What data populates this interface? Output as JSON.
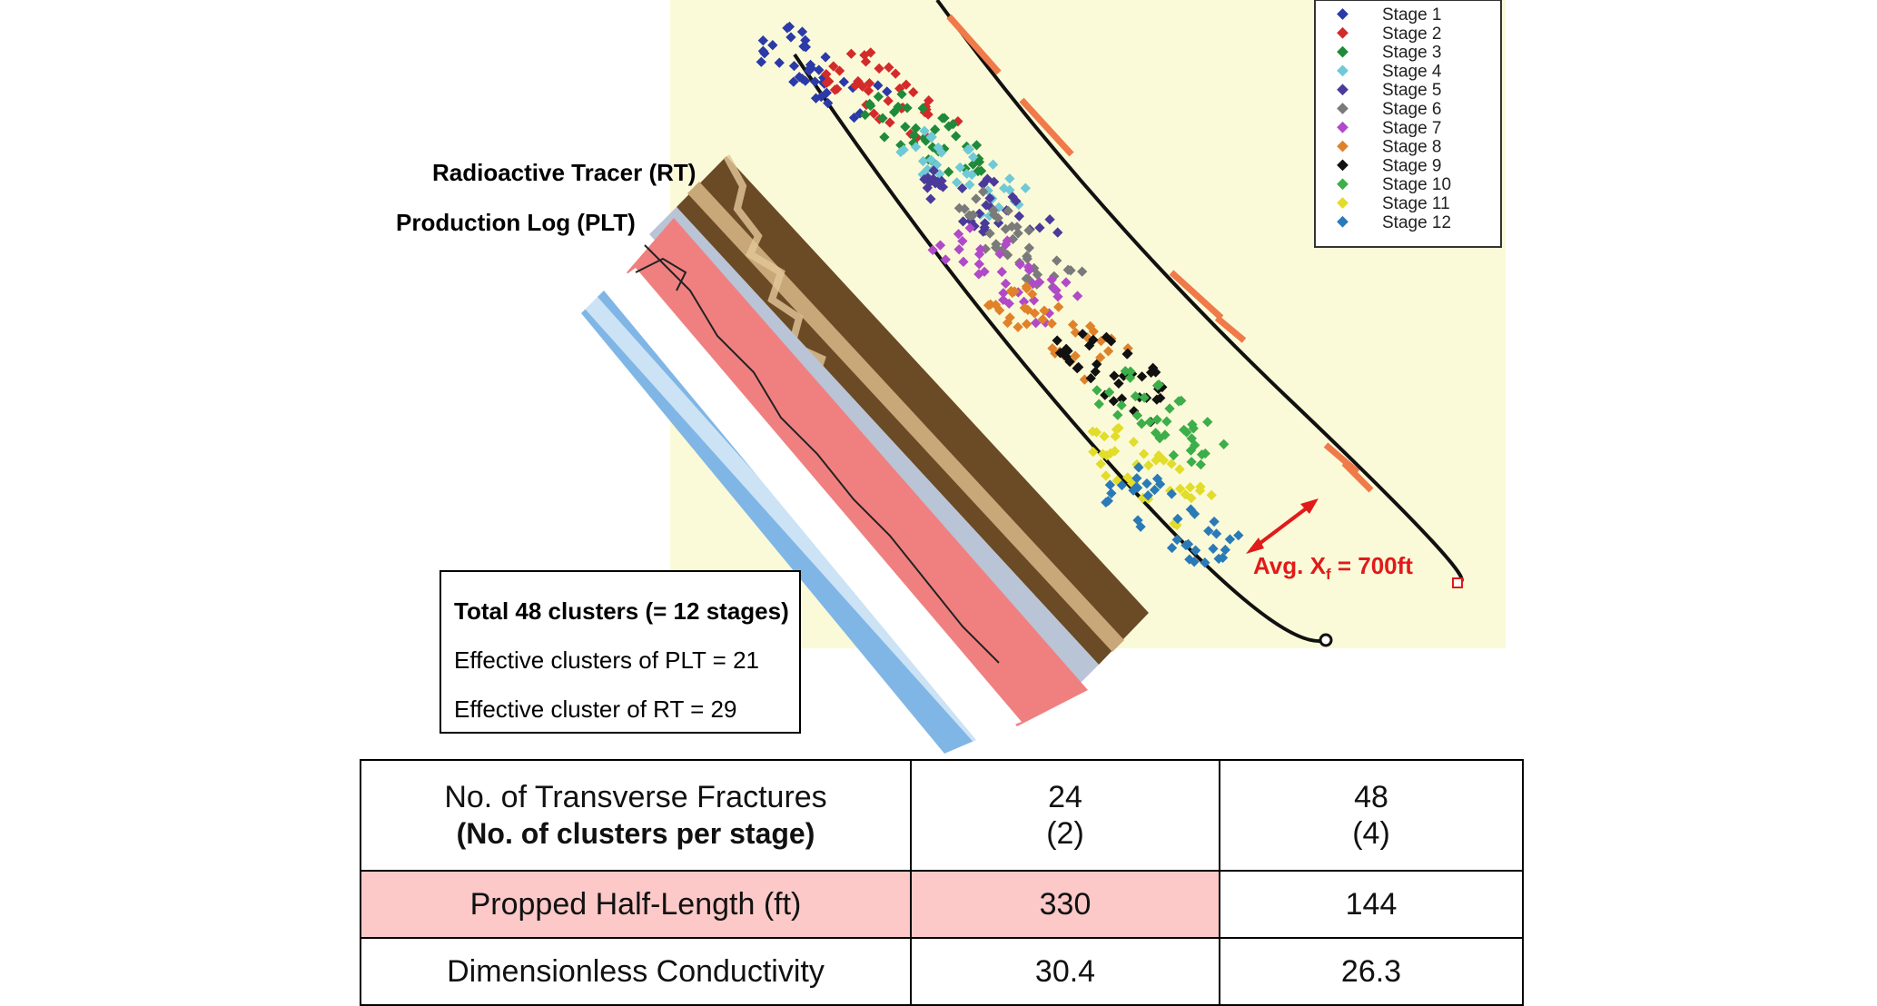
{
  "legend": {
    "items": [
      {
        "label": "Stage 1",
        "color": "#2b3aa8"
      },
      {
        "label": "Stage 2",
        "color": "#d42a2a"
      },
      {
        "label": "Stage 3",
        "color": "#1f8a3a"
      },
      {
        "label": "Stage 4",
        "color": "#6fc9d6"
      },
      {
        "label": "Stage 5",
        "color": "#4a3a9a"
      },
      {
        "label": "Stage 6",
        "color": "#7a7a7a"
      },
      {
        "label": "Stage 7",
        "color": "#b04ac8"
      },
      {
        "label": "Stage 8",
        "color": "#e0822a"
      },
      {
        "label": "Stage 9",
        "color": "#111111"
      },
      {
        "label": "Stage 10",
        "color": "#3cae4a"
      },
      {
        "label": "Stage 11",
        "color": "#e2dc2a"
      },
      {
        "label": "Stage 12",
        "color": "#2a7ab8"
      }
    ]
  },
  "labels": {
    "rt": "Radioactive Tracer (RT)",
    "plt": "Production Log (PLT)",
    "avg_prefix": "Avg. X",
    "avg_sub": "f",
    "avg_suffix": " = 700ft"
  },
  "summary": {
    "title": "Total 48 clusters (= 12 stages)",
    "line1": "Effective clusters of PLT = 21",
    "line2": "Effective cluster of RT = 29"
  },
  "table": {
    "row1": {
      "label": "No. of Transverse Fractures",
      "sublabel": "(No. of clusters per stage)",
      "c1a": "24",
      "c1b": "(2)",
      "c2a": "48",
      "c2b": "(4)"
    },
    "row2": {
      "label": "Propped Half-Length (ft)",
      "c1": "330",
      "c2": "144"
    },
    "row3": {
      "label": "Dimensionless Conductivity",
      "c1": "30.4",
      "c2": "26.3"
    }
  },
  "colors": {
    "panel_bg": "#fbfad8",
    "accent_red": "#e11a1a",
    "highlight_row": "#fcc8c8",
    "stage_bar": "#f07a4a"
  }
}
